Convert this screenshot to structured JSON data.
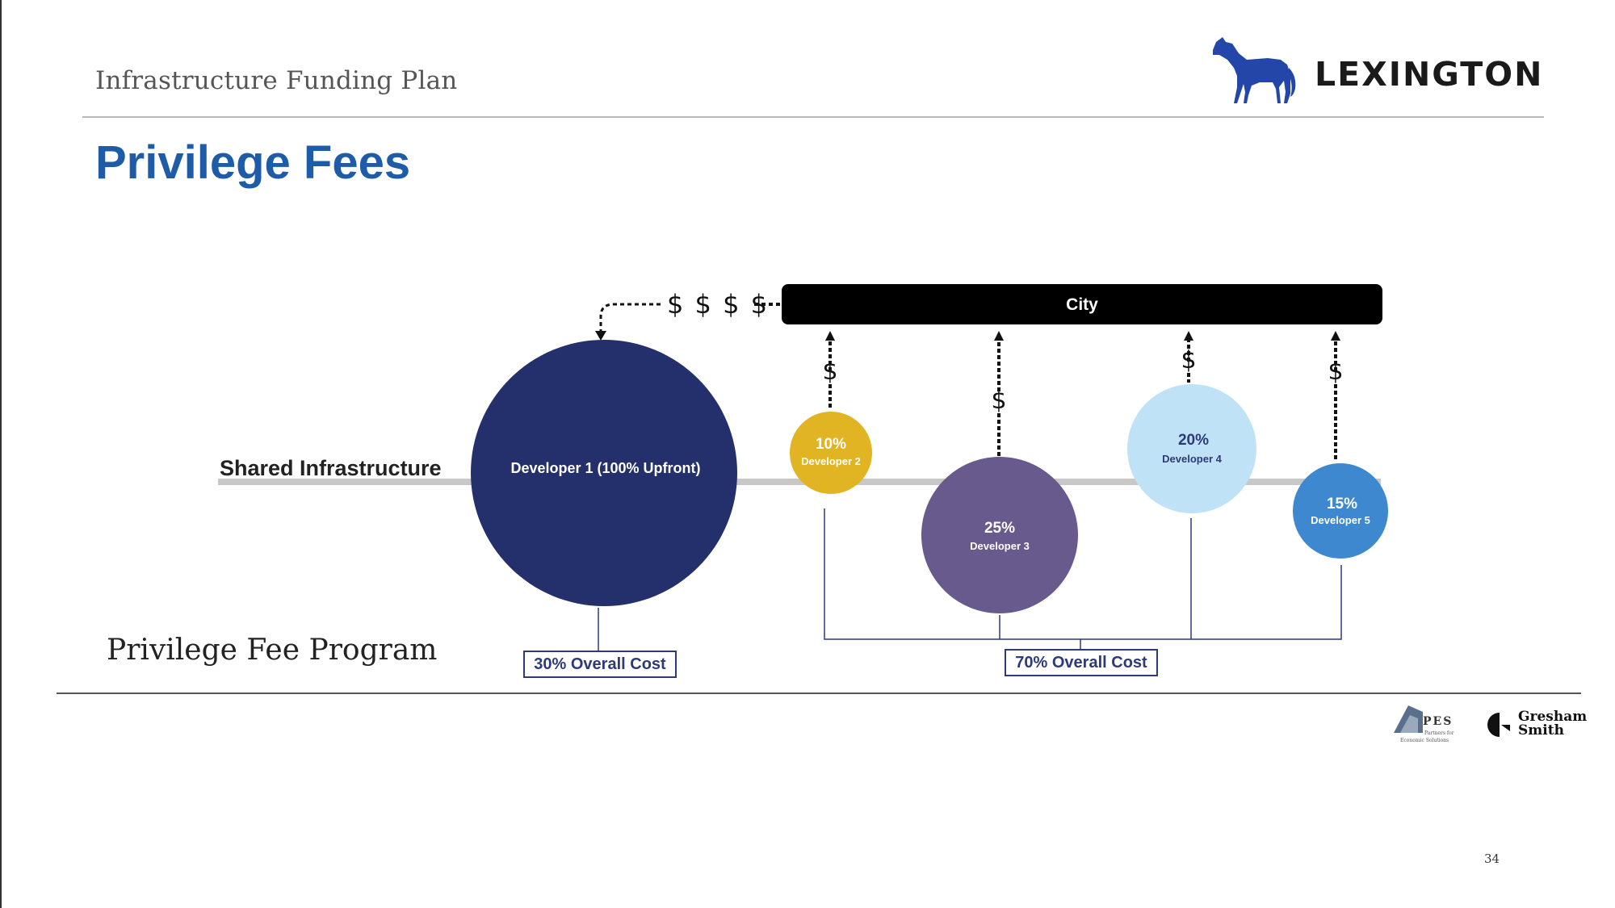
{
  "header": {
    "section_title": "Infrastructure Funding Plan",
    "page_title": "Privilege Fees",
    "logo_text": "LEXINGTON"
  },
  "diagram": {
    "city_label": "City",
    "shared_label": "Shared Infrastructure",
    "dollar_chain": "$ $ $ $",
    "dollar_sign": "$",
    "program_label": "Privilege Fee Program",
    "developers": [
      {
        "name": "Developer 1 (100% Upfront)",
        "share": "",
        "color": "#24306b"
      },
      {
        "name": "Developer 2",
        "share": "10%",
        "color": "#e1b423"
      },
      {
        "name": "Developer 3",
        "share": "25%",
        "color": "#685a8c"
      },
      {
        "name": "Developer 4",
        "share": "20%",
        "color": "#bfe2f7"
      },
      {
        "name": "Developer 5",
        "share": "15%",
        "color": "#3e88cf"
      }
    ],
    "cost_left": "30% Overall Cost",
    "cost_right": "70% Overall Cost"
  },
  "footer": {
    "pes_text": "PES",
    "pes_sub1": "Partners for",
    "pes_sub2": "Economic Solutions",
    "gs_line1": "Gresham",
    "gs_line2": "Smith",
    "page_number": "34"
  },
  "colors": {
    "accent_blue": "#1f5ca8",
    "logo_horse": "#2346a8",
    "box_border": "#2d3a78",
    "pipe_gray": "#c8c8c8"
  }
}
